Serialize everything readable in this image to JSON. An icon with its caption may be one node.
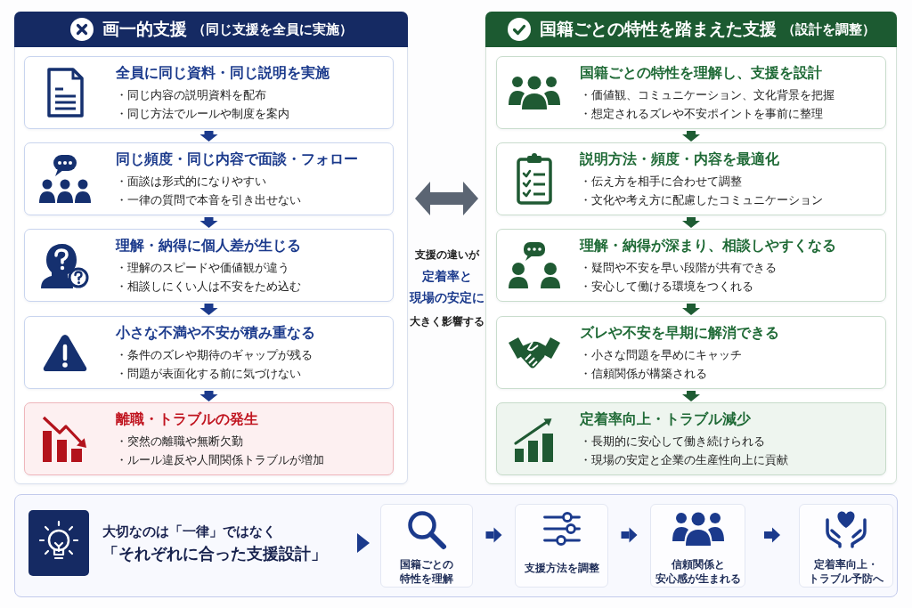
{
  "diagram": {
    "nodes": [
      {
        "text": [
          "画一的支援",
          "（同じ支援を全員に実施）"
        ]
      },
      {
        "text": [
          "全員に同じ資料・同じ説明を実施",
          "・同じ内容の説明資料を配布",
          "・同じ方法でルールや制度を案内"
        ],
        "in": 0
      },
      {
        "text": [
          "同じ頻度・同じ内容で面談・フォロー",
          "・面談は形式的になりやすい",
          "・一律の質問で本音を引き出せない"
        ],
        "in": 0
      },
      {
        "text": [
          "理解・納得に個人差が生じる",
          "・理解のスピードや価値観が違う",
          "・相談しにくい人は不安をため込む"
        ],
        "in": 0
      },
      {
        "text": [
          "小さな不満や不安が積み重なる",
          "・条件のズレや期待のギャップが残る",
          "・問題が表面化する前に気づけない"
        ],
        "in": 0
      },
      {
        "text": [
          "離職・トラブルの発生",
          "・突然の離職や無断欠勤",
          "・ルール違反や人間関係トラブルが増加"
        ],
        "in": 0
      },
      {
        "text": [
          "国籍ごとの特性を踏まえた支援",
          "（設計を調整）"
        ]
      },
      {
        "text": [
          "国籍ごとの特性を理解し、支援を設計",
          "・価値観、コミュニケーション、文化背景を把握",
          "・想定されるズレや不安ポイントを事前に整理"
        ],
        "in": 6
      },
      {
        "text": [
          "説明方法・頻度・内容を最適化",
          "・伝え方を相手に合わせて調整",
          "・文化や考え方に配慮したコミュニケーション"
        ],
        "in": 6
      },
      {
        "text": [
          "理解・納得が深まり、相談しやすくなる",
          "・疑問や不安を早い段階が共有できる",
          "・安心して働ける環境をつくれる"
        ],
        "in": 6
      },
      {
        "text": [
          "ズレや不安を早期に解消できる",
          "・小さな問題を早めにキャッチ",
          "・信頼関係が構築される"
        ],
        "in": 6
      },
      {
        "text": [
          "定着率向上・トラブル減少",
          "・長期的に安心して働き続けられる",
          "・現場の安定と企業の生産性向上に貢献"
        ],
        "in": 6
      },
      {
        "text": [],
        "shape": "box"
      },
      {
        "text": [
          "大切なのは「一律」ではなく",
          "「それぞれに合った支援設計」"
        ],
        "in": 12
      },
      {
        "text": [
          "国籍ごとの特性を理解"
        ],
        "in": 12
      },
      {
        "text": [
          "支援方法を調整"
        ],
        "in": 12
      },
      {
        "text": [
          "信頼関係と安心感が生まれる"
        ],
        "in": 12
      },
      {
        "text": [
          "定着率向上・トラブル予防へ"
        ],
        "in": 12
      }
    ],
    "edges": [
      {
        "from": 0,
        "to": 6,
        "arrow": "both",
        "color": "#5b6573"
      },
      {
        "from": 1,
        "to": 2,
        "arrow": "to"
      },
      {
        "from": 2,
        "to": 3,
        "arrow": "to"
      },
      {
        "from": 3,
        "to": 4,
        "arrow": "to"
      },
      {
        "from": 4,
        "to": 5,
        "arrow": "to"
      },
      {
        "from": 7,
        "to": 8,
        "arrow": "to",
        "color": "#1e5c33"
      },
      {
        "from": 8,
        "to": 9,
        "arrow": "to",
        "color": "#1e5c33"
      },
      {
        "from": 9,
        "to": 10,
        "arrow": "to",
        "color": "#1e5c33"
      },
      {
        "from": 10,
        "to": 11,
        "arrow": "to",
        "color": "#1e5c33"
      },
      {
        "from": 13,
        "to": 14,
        "arrow": "to"
      },
      {
        "from": 14,
        "to": 15,
        "arrow": "to"
      },
      {
        "from": 15,
        "to": 16,
        "arrow": "to"
      },
      {
        "from": 16,
        "to": 17,
        "arrow": "to"
      }
    ],
    "labels": [
      "支援の違いが**定着率と現場の安定に**大きく影響する"
    ]
  }
}
